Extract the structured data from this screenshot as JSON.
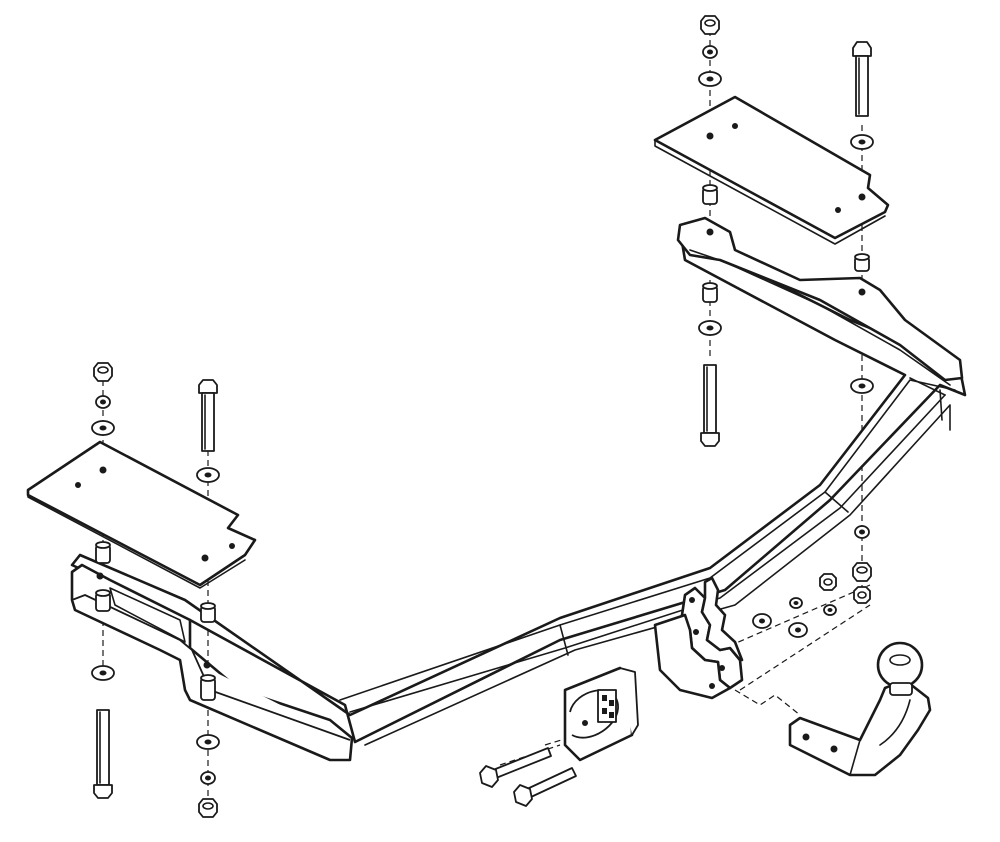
{
  "diagram": {
    "type": "exploded-assembly",
    "subject": "tow-bar",
    "line_color": "#1a1a1a",
    "background": "#ffffff",
    "parts": [
      "crossbeam",
      "left-mounting-plate",
      "right-mounting-plate",
      "left-side-bracket",
      "right-side-bracket",
      "hitch-bracket",
      "electrical-socket-plate",
      "tow-ball-neck",
      "bolt",
      "nut",
      "washer",
      "spacer-sleeve"
    ]
  }
}
